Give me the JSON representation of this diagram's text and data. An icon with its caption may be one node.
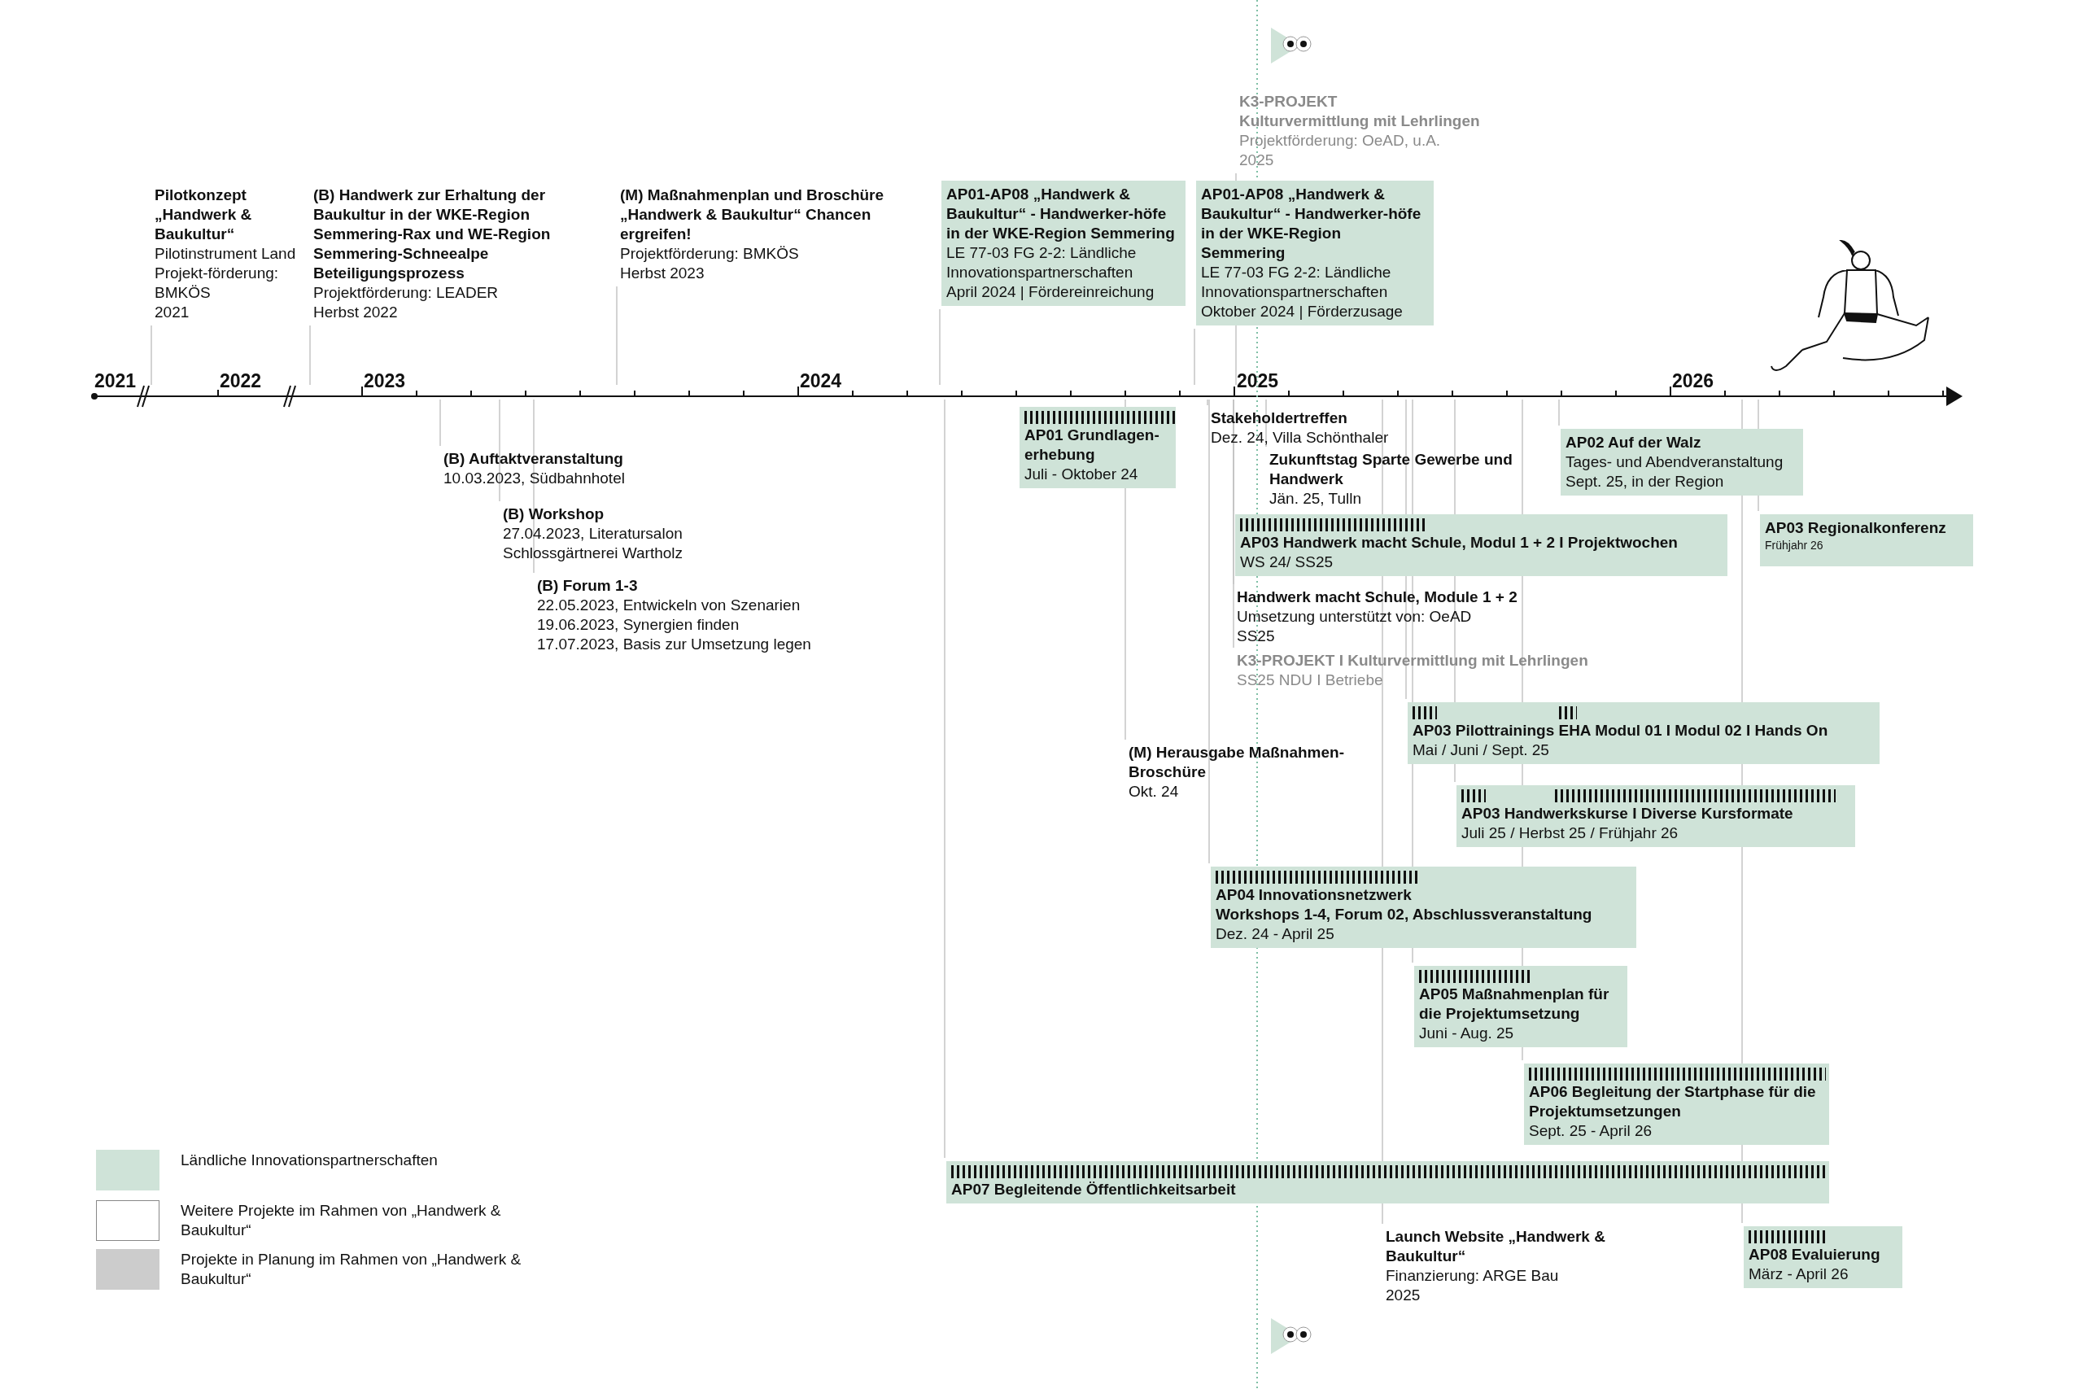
{
  "diagram": {
    "nodes": [
      {
        "text": [
          "AP01-AP08 „Handwerk & Baukultur“ - Handwerker-höfe in der WKE-Region Semmering",
          "LE 77-03 FG 2-2: Ländliche Innovationspartnerschaften",
          "April 2024 | Fördereinreichung"
        ]
      },
      {
        "text": [
          "AP01-AP08 „Handwerk & Baukultur“ - Handwerker-höfe in der WKE-Region Semmering",
          "LE 77-03 FG 2-2: Ländliche Innovationspartnerschaften",
          "Oktober 2024 | Förderzusage"
        ]
      },
      {
        "text": [
          "AP01 Grundlagen-erhebung",
          "Juli - Oktober 24"
        ]
      },
      {
        "text": [
          "AP02 Auf der Walz",
          "Tages- und Abendveranstaltung",
          "Sept. 25, in der Region"
        ]
      },
      {
        "text": [
          "AP03 Handwerk macht Schule, Modul 1 + 2 I Projektwochen",
          "WS 24/ SS25"
        ]
      },
      {
        "text": [
          "AP03 Regionalkonferenz",
          "Frühjahr 26"
        ]
      },
      {
        "text": [
          "AP03 Pilottrainings EHA Modul 01 I Modul 02 I Hands On",
          "Mai / Juni / Sept. 25"
        ]
      },
      {
        "text": [
          "AP03 Handwerkskurse I Diverse Kursformate",
          "Juli 25 / Herbst 25 / Frühjahr 26"
        ]
      },
      {
        "text": [
          "AP04 Innovationsnetzwerk",
          "Workshops 1-4, Forum 02, Abschlussveranstaltung",
          "Dez. 24 - April 25"
        ]
      },
      {
        "text": [
          "AP05 Maßnahmenplan für die Projektumsetzung",
          "Juni - Aug. 25"
        ]
      },
      {
        "text": [
          "AP06 Begleitung der Startphase für die Projektumsetzungen",
          "Sept. 25 - April 26"
        ]
      },
      {
        "text": [
          "AP07 Begleitende Öffentlichkeitsarbeit"
        ]
      },
      {
        "text": [
          "AP08 Evaluierung",
          "März - April 26"
        ]
      }
    ],
    "labels": [
      "2021",
      "2022",
      "2023",
      "2024",
      "2025",
      "2026",
      "Pilotkonzept „Handwerk & Baukultur“",
      "Pilotinstrument Land Projekt-förderung: BMKÖS",
      "2021",
      "(B) Handwerk zur Erhaltung der Baukultur in der WKE-Region Semmering-Rax und WE-Region Semmering-Schneealpe Beteiligungsprozess",
      "Projektförderung: LEADER",
      "Herbst 2022",
      "(M) Maßnahmenplan und Broschüre „Handwerk & Baukultur“ Chancen ergreifen!",
      "Projektförderung: BMKÖS",
      "Herbst 2023",
      "K3-PROJEKT",
      "Kulturvermittlung mit Lehrlingen",
      "Projektförderung: OeAD, u.A.",
      "2025",
      "(B) Auftaktveranstaltung",
      "10.03.2023, Südbahnhotel",
      "(B) Workshop",
      "27.04.2023, Literatursalon Schlossgärtnerei Wartholz",
      "(B) Forum 1-3",
      "22.05.2023, Entwickeln von Szenarien",
      "19.06.2023, Synergien finden",
      "17.07.2023, Basis zur Umsetzung legen",
      "Stakeholdertreffen",
      "Dez. 24, Villa Schönthaler",
      "Zukunftstag Sparte Gewerbe und Handwerk",
      "Jän. 25, Tulln",
      "Handwerk macht Schule, Module 1 + 2",
      "Umsetzung unterstützt von: OeAD",
      "SS25",
      "K3-PROJEKT I Kulturvermittlung mit Lehrlingen",
      "SS25 NDU I Betriebe",
      "(M) Herausgabe Maßnahmen-Broschüre",
      "Okt. 24",
      "Launch Website „Handwerk & Baukultur“",
      "Finanzierung: ARGE Bau",
      "2025"
    ],
    "legend": [
      {
        "text": "Ländliche Innovationspartnerschaften",
        "color": "#cfe3d8"
      },
      {
        "text": "Weitere Projekte im Rahmen von „Handwerk & Baukultur“",
        "color": "#ffffff"
      },
      {
        "text": "Projekte in Planung im Rahmen von „Handwerk & Baukultur“",
        "color": "#cccccc"
      }
    ]
  }
}
